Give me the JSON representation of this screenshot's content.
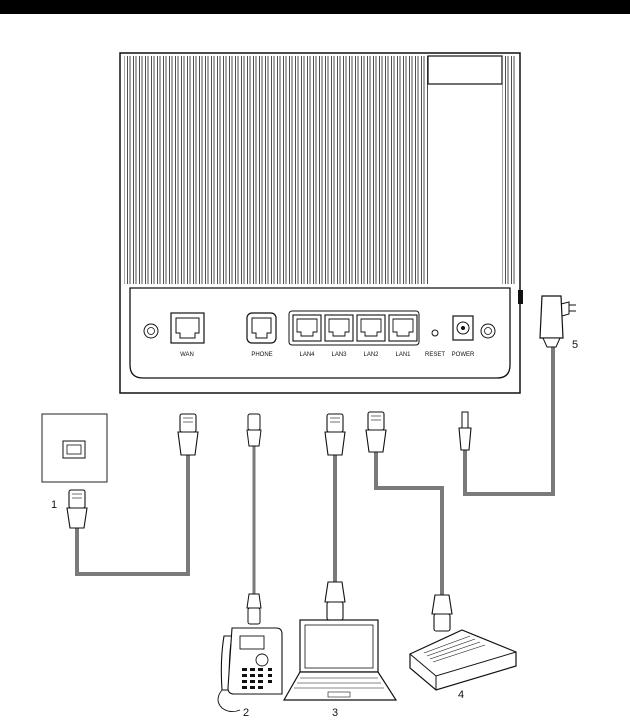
{
  "ports": {
    "wan": "WAN",
    "phone": "PHONE",
    "lan4": "LAN4",
    "lan3": "LAN3",
    "lan2": "LAN2",
    "lan1": "LAN1",
    "reset": "RESET",
    "power": "POWER"
  },
  "callouts": {
    "c1": "1",
    "c2": "2",
    "c3": "3",
    "c4": "4",
    "c5": "5"
  },
  "colors": {
    "cable": "#7a7a7a",
    "outline": "#111111",
    "panel": "#ffffff"
  }
}
